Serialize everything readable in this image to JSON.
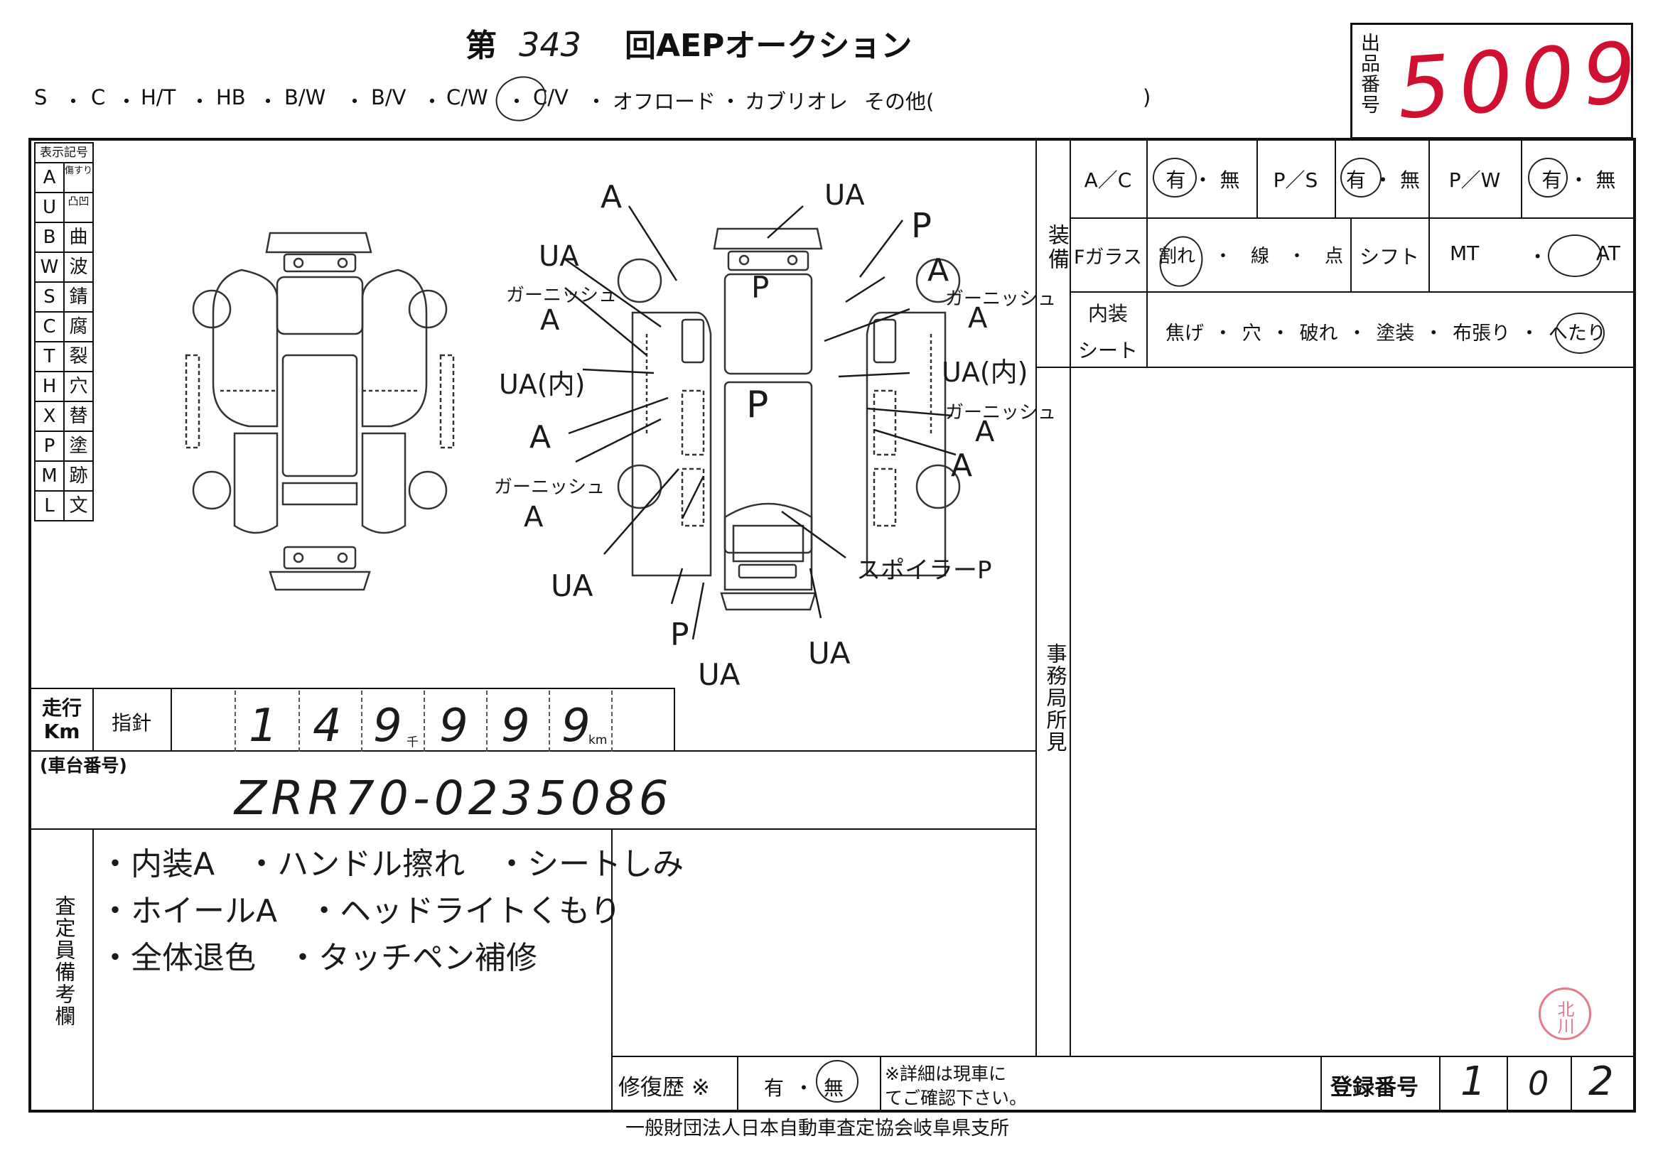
{
  "header": {
    "title_prefix": "第",
    "auction_number": "343",
    "title_suffix": "回AEPオークション",
    "body_types": [
      "S",
      "C",
      "H/T",
      "HB",
      "B/W",
      "B/V",
      "C/W",
      "C/V",
      "オフロード",
      "カブリオレ",
      "その他("
    ],
    "body_types_close": ")",
    "selected_body_type": "C/W",
    "lot_label": "出品番号",
    "lot_number": "5009"
  },
  "legend": {
    "title": "表示記号",
    "items": [
      {
        "code": "A",
        "meaning": "傷すり"
      },
      {
        "code": "U",
        "meaning": "凸凹"
      },
      {
        "code": "B",
        "meaning": "曲"
      },
      {
        "code": "W",
        "meaning": "波"
      },
      {
        "code": "S",
        "meaning": "錆"
      },
      {
        "code": "C",
        "meaning": "腐"
      },
      {
        "code": "T",
        "meaning": "裂"
      },
      {
        "code": "H",
        "meaning": "穴"
      },
      {
        "code": "X",
        "meaning": "替"
      },
      {
        "code": "P",
        "meaning": "塗"
      },
      {
        "code": "M",
        "meaning": "跡"
      },
      {
        "code": "L",
        "meaning": "文"
      }
    ]
  },
  "diagram_marks": {
    "top_left_A": "A",
    "top_UA": "UA",
    "top_P": "P",
    "left_UA": "UA",
    "garnish_left_top": "ガーニッシュ",
    "garnish_left_top_A": "A",
    "left_UA_inner": "UA(内)",
    "left_A": "A",
    "garnish_left_bottom": "ガーニッシュ",
    "garnish_left_bottom_A": "A",
    "bottom_left_UA": "UA",
    "roof_P": "P",
    "hood_P": "P",
    "right_A_top": "A",
    "garnish_right_top": "ガーニッシュ",
    "garnish_right_top_A": "A",
    "right_UA_inner": "UA(内)",
    "garnish_right_mid": "ガーニッシュ",
    "garnish_right_mid_A": "A",
    "right_A_bottom": "A",
    "spoiler": "スポイラーP",
    "rear_P": "P",
    "rear_UA_left": "UA",
    "rear_UA_right": "UA"
  },
  "equipment": {
    "section_label": "装備",
    "ac_label": "A／C",
    "ps_label": "P／S",
    "pw_label": "P／W",
    "yes": "有",
    "dot": "・",
    "no": "無",
    "glass_label": "Fガラス",
    "glass_options": [
      "割れ",
      "線",
      "点"
    ],
    "shift_label": "シフト",
    "shift_mt": "MT",
    "shift_at": "AT",
    "interior_label_1": "内装",
    "interior_label_2": "シート",
    "interior_options": [
      "焦げ",
      "穴",
      "破れ",
      "塗装",
      "布張り",
      "へたり"
    ]
  },
  "office_label": "事務局所見",
  "mileage": {
    "label_1": "走行",
    "label_2": "Km",
    "meter_label": "指針",
    "digits": [
      "1",
      "4",
      "9",
      "9",
      "9",
      "9"
    ],
    "thousand_unit": "千",
    "km_unit": "km"
  },
  "chassis": {
    "label": "(車台番号)",
    "value": "ZRR70-0235086"
  },
  "remarks": {
    "label": "査定員備考欄",
    "lines": [
      "・内装A　・ハンドル擦れ　・シートしみ",
      "・ホイールA　・ヘッドライトくもり",
      "・全体退色　・タッチペン補修"
    ]
  },
  "repair": {
    "label": "修復歴 ※",
    "yes": "有",
    "dot": "・",
    "no": "無",
    "note_1": "※詳細は現車に",
    "note_2": "てご確認下さい。"
  },
  "registration": {
    "label": "登録番号",
    "digits": [
      "1",
      "0",
      "2"
    ]
  },
  "stamp": {
    "text": "北川"
  },
  "footer": "一般財団法人日本自動車査定協会岐阜県支所"
}
